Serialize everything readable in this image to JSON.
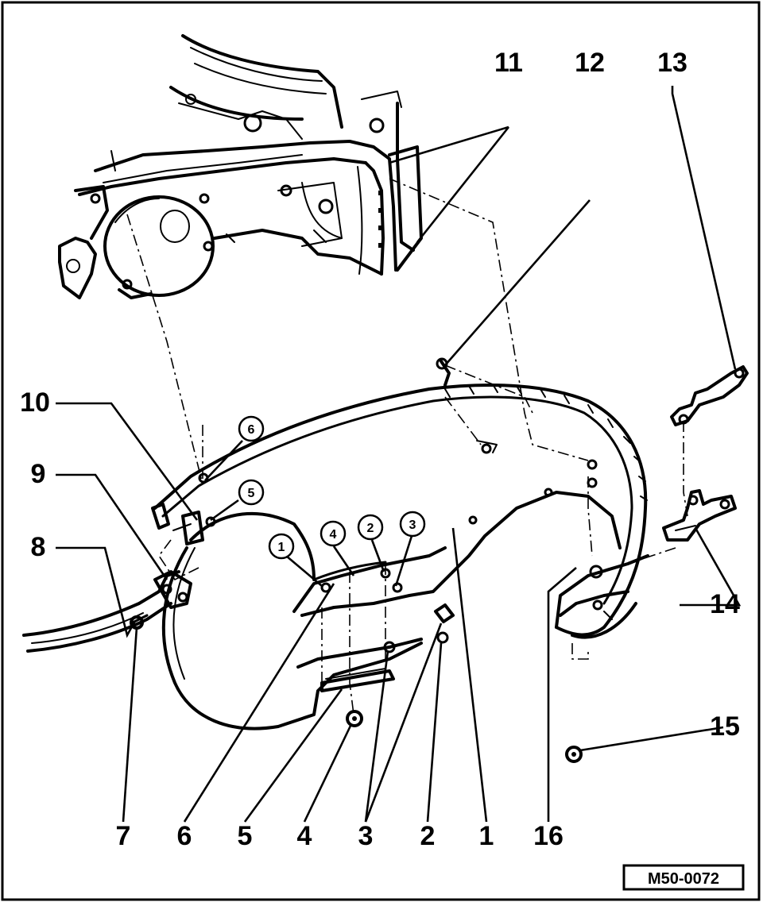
{
  "callouts": {
    "n1": "1",
    "n2": "2",
    "n3": "3",
    "n4": "4",
    "n5": "5",
    "n6": "6",
    "n7": "7",
    "n8": "8",
    "n9": "9",
    "n10": "10",
    "n11": "11",
    "n12": "12",
    "n13": "13",
    "n14": "14",
    "n15": "15",
    "n16": "16"
  },
  "circled": {
    "c1": "1",
    "c2": "2",
    "c3": "3",
    "c4": "4",
    "c5": "5",
    "c6": "6"
  },
  "figure_code": "M50-0072"
}
